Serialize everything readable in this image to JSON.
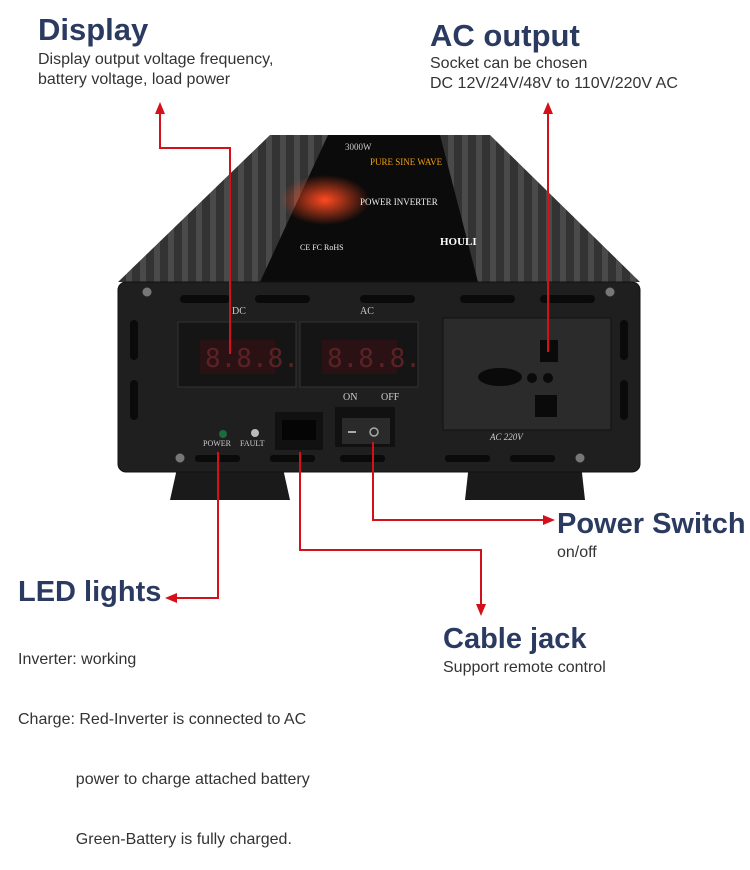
{
  "display": {
    "title": "Display",
    "desc": [
      "Display output voltage frequency,",
      "battery voltage, load power"
    ]
  },
  "ac_output": {
    "title": "AC output",
    "desc": [
      "Socket can be chosen",
      "DC 12V/24V/48V to 110V/220V AC"
    ]
  },
  "power_switch": {
    "title": "Power Switch",
    "desc": [
      "on/off"
    ]
  },
  "led_lights": {
    "title": "LED lights",
    "desc": [
      "Inverter: working",
      "Charge: Red-Inverter is connected to AC",
      "             power to charge attached battery",
      "             Green-Battery is fully charged."
    ]
  },
  "cable_jack": {
    "title": "Cable jack",
    "desc": [
      "Support remote control"
    ]
  },
  "device": {
    "label_power": "3000W",
    "label_wave": "PURE SINE WAVE",
    "label_type": "POWER INVERTER",
    "label_cert": "CE FC RoHS",
    "brand": "HOULI",
    "dc_label": "DC",
    "ac_label": "AC",
    "dc_readout": "8.8.8.",
    "ac_readout": "8.8.8.",
    "on_label": "ON",
    "off_label": "OFF",
    "power_led": "POWER",
    "fault_led": "FAULT",
    "socket_label": "AC 220V"
  },
  "colors": {
    "annotation": "#d4111b",
    "heading": "#2b3a60"
  }
}
